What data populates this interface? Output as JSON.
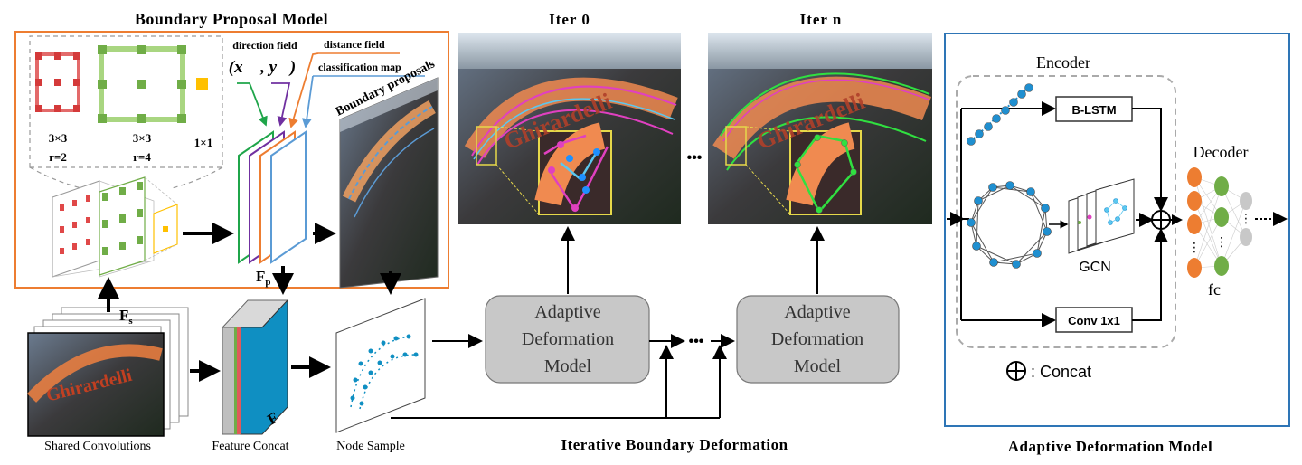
{
  "bpm": {
    "title": "Boundary Proposal Model",
    "labels": {
      "direction_field": "direction field",
      "distance_field": "distance field",
      "classification_map": "classification map",
      "boundary_proposals": "Boundary proposals",
      "vec": "(x⃗ , y⃗)",
      "conv1": "3×3",
      "conv1_r": "r=2",
      "conv2": "3×3",
      "conv2_r": "r=4",
      "conv3": "1×1",
      "fp": "Fp"
    }
  },
  "main": {
    "fs": "Fs",
    "f": "F",
    "shared_conv": "Shared Convolutions",
    "feature_concat": "Feature Concat",
    "node_sample": "Node Sample",
    "iter0": "Iter 0",
    "itern": "Iter n",
    "adm1": [
      "Adaptive",
      "Deformation",
      "Model"
    ],
    "adm2": [
      "Adaptive",
      "Deformation",
      "Model"
    ],
    "ellipsis": "•••",
    "ellipsis2": "•••",
    "iterative_title": "Iterative Boundary Deformation",
    "sign_text": "Ghirardelli"
  },
  "adm_panel": {
    "encoder": "Encoder",
    "decoder": "Decoder",
    "blstm": "B-LSTM",
    "gcn": "GCN",
    "conv": "Conv 1x1",
    "fc": "fc",
    "concat_legend": ": Concat",
    "title": "Adaptive Deformation Model",
    "dots": "⋮"
  },
  "colors": {
    "orange_border": "#ED7D31",
    "blue_border": "#2E75B6",
    "green": "#70AD47",
    "purple": "#7030A0",
    "lightblue": "#5B9BD5",
    "gray_box": "#C8C8C8",
    "feature_blue": "#0F8FC2"
  }
}
